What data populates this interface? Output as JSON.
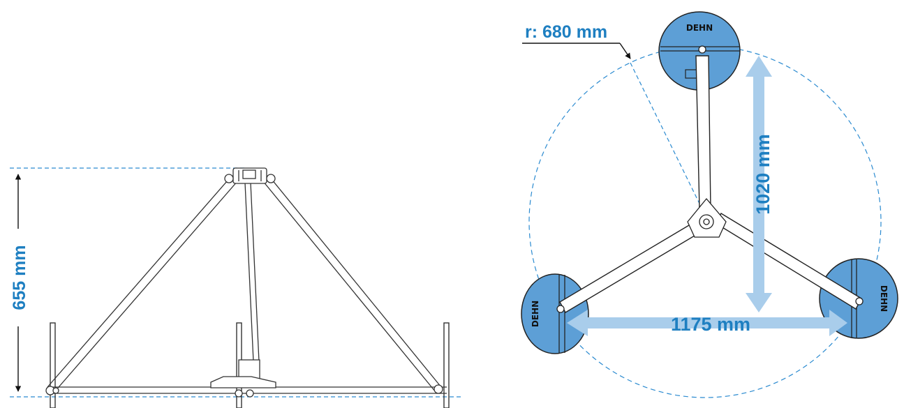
{
  "colors": {
    "dimension": "#1e7fc1",
    "dashed_guide": "#2a8ad0",
    "arrow_fill": "#a9cdeb",
    "weight_fill": "#5d9fd6",
    "line": "#222222"
  },
  "side_view": {
    "height_label": "655 mm"
  },
  "top_view": {
    "radius_label": "r: 680 mm",
    "vertical_label": "1020 mm",
    "horizontal_label": "1175 mm",
    "weights": [
      {
        "brand": "DEHN"
      },
      {
        "brand": "DEHN"
      },
      {
        "brand": "DEHN"
      }
    ]
  }
}
